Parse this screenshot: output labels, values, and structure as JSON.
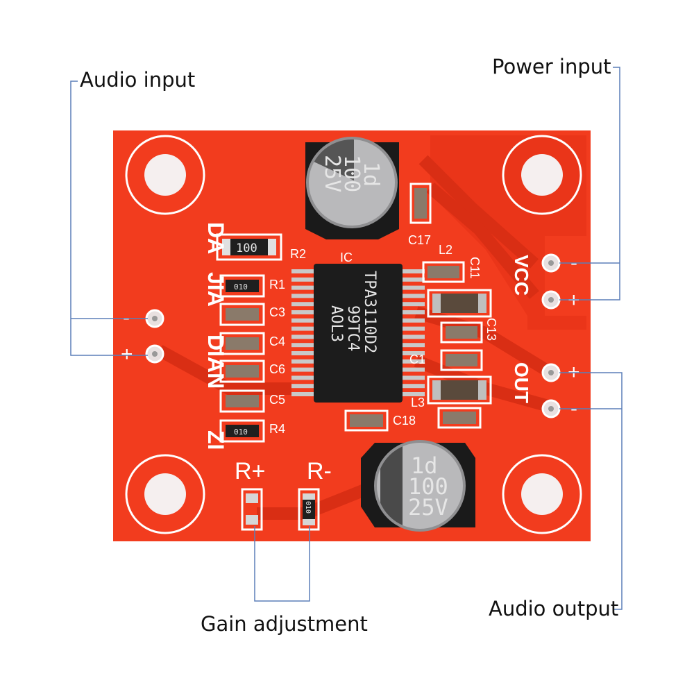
{
  "callouts": {
    "audio_input": "Audio input",
    "power_input": "Power input",
    "audio_output": "Audio output",
    "gain_adjustment": "Gain adjustment"
  },
  "board": {
    "brand_lines": [
      "DA",
      "JIA",
      "DIAN",
      "ZI"
    ],
    "vcc_label": "VCC",
    "out_label": "OUT",
    "minus_sign": "-",
    "plus_sign": "+",
    "gain_r_plus": "R+",
    "gain_r_minus": "R-",
    "ic_label": "IC",
    "ic_marking": [
      "TPA3110D2",
      "99TC4",
      "AOL3"
    ],
    "resistor_r2_value": "100",
    "resistor_r1_value": "010",
    "resistor_r4_value": "010",
    "resistor_gain_value": "010",
    "cap_marking": [
      "1d",
      "100",
      "25V"
    ],
    "refs": {
      "r2": "R2",
      "r1": "R1",
      "r4": "R4",
      "c3": "C3",
      "c4": "C4",
      "c6": "C6",
      "c5": "C5",
      "c17": "C17",
      "l2": "L2",
      "c11": "C11",
      "c13": "C13",
      "c1": "C1",
      "l3": "L3",
      "c18": "C18"
    }
  },
  "colors": {
    "pcb": "#f23c1e",
    "trace": "#e23217",
    "silkscreen": "#ffffff",
    "callout_line": "#5b7fb8"
  }
}
